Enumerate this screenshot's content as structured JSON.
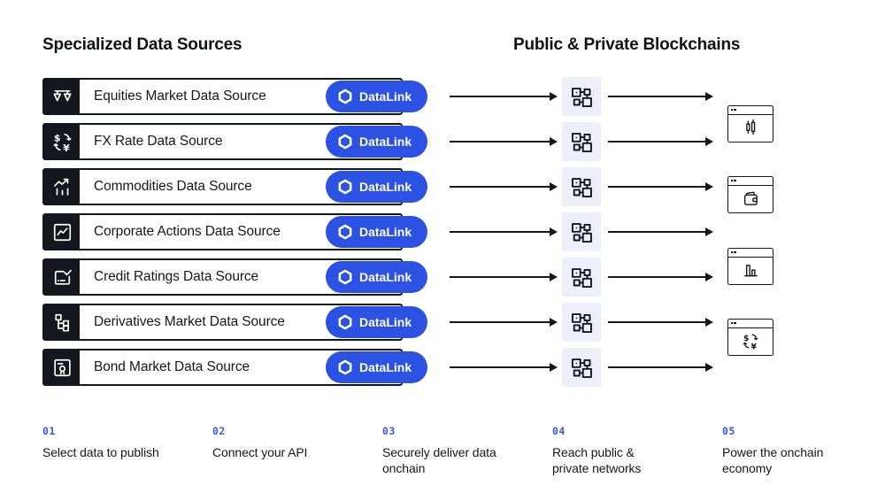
{
  "header": {
    "left_title": "Specialized Data Sources",
    "right_title": "Public & Private Blockchains"
  },
  "brand": {
    "datalink_label": "DataLink",
    "logo_icon": "chainlink-hexagon-icon"
  },
  "colors": {
    "accent_blue": "#2B52E2",
    "step_number_blue": "#3B55E4",
    "ink": "#15171E",
    "chip_background": "#EDEFFA"
  },
  "sources": {
    "items": [
      {
        "label": "Equities Market Data Source",
        "icon": "scales-icon"
      },
      {
        "label": "FX Rate Data Source",
        "icon": "currency-exchange-icon"
      },
      {
        "label": "Commodities Data Source",
        "icon": "trend-chart-icon"
      },
      {
        "label": "Corporate Actions Data Source",
        "icon": "document-chart-icon"
      },
      {
        "label": "Credit Ratings Data Source",
        "icon": "rating-check-icon"
      },
      {
        "label": "Derivatives Market Data Source",
        "icon": "hierarchy-icon"
      },
      {
        "label": "Bond Market Data Source",
        "icon": "certificate-icon"
      }
    ]
  },
  "blockchains": {
    "node_icon": "blockchain-network-icon",
    "windows": [
      {
        "icon": "candlestick-window-icon"
      },
      {
        "icon": "wallet-window-icon"
      },
      {
        "icon": "bar-chart-window-icon"
      },
      {
        "icon": "currency-exchange-window-icon"
      }
    ]
  },
  "steps": [
    {
      "number": "01",
      "label": "Select data to publish"
    },
    {
      "number": "02",
      "label": "Connect your API"
    },
    {
      "number": "03",
      "label": "Securely deliver data onchain"
    },
    {
      "number": "04",
      "label": "Reach public & private networks"
    },
    {
      "number": "05",
      "label": "Power the onchain economy"
    }
  ]
}
